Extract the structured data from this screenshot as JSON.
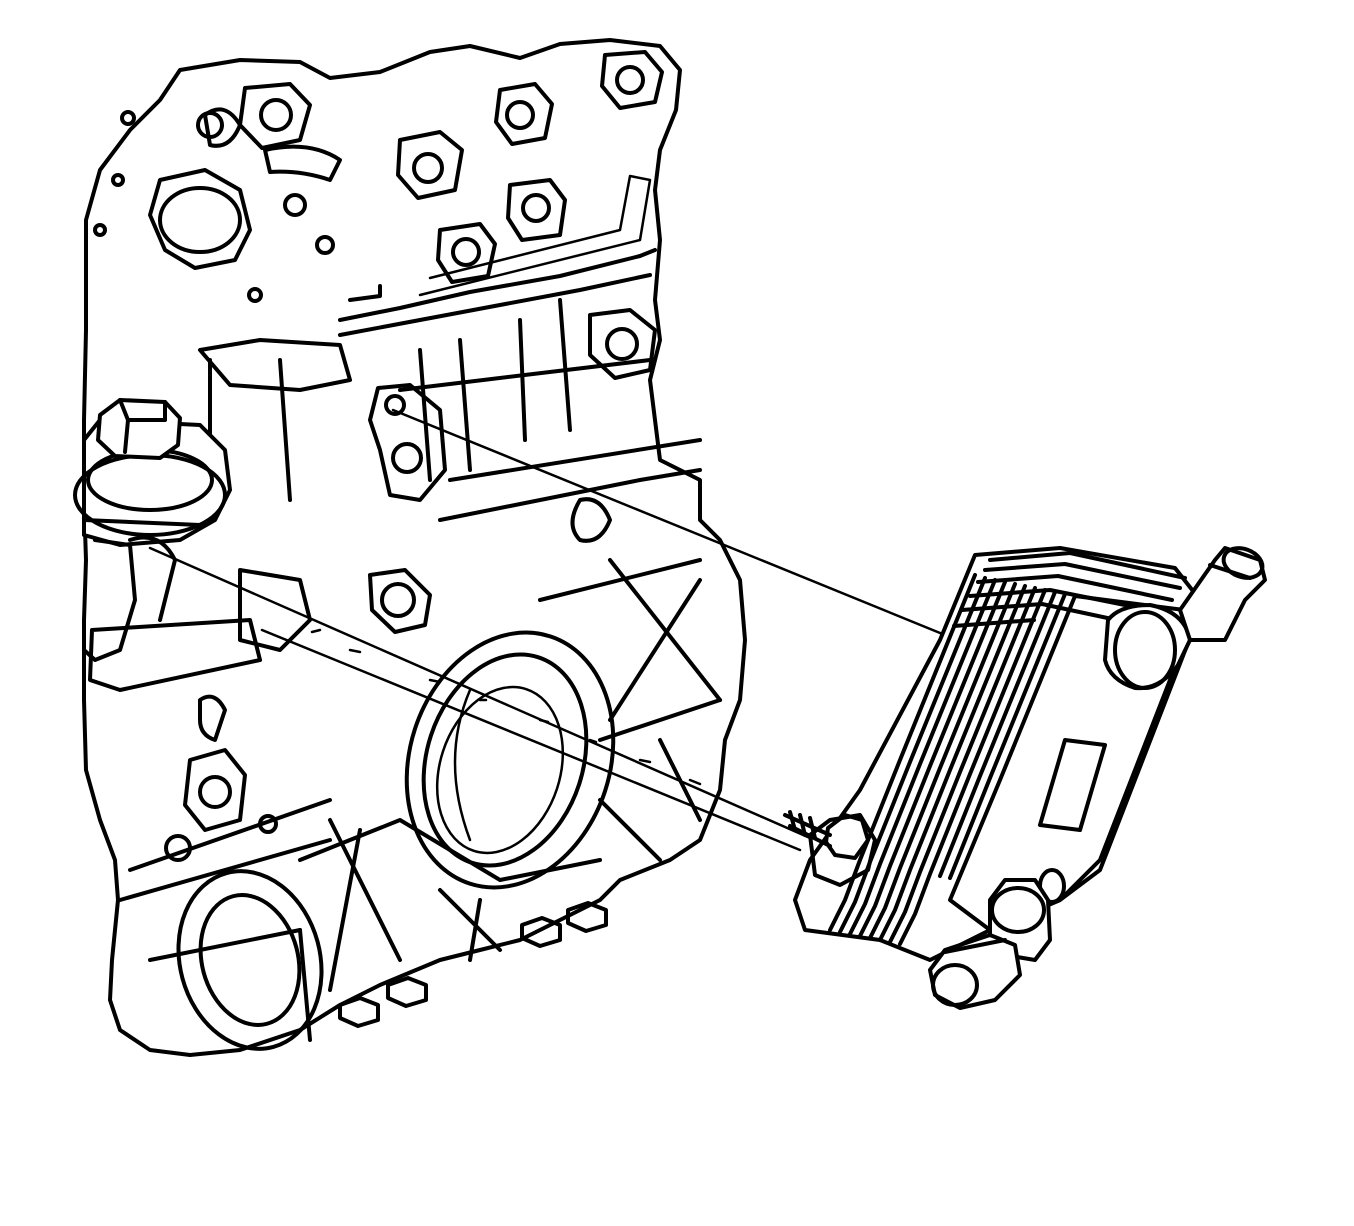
{
  "figure": {
    "description_visible_text": [],
    "colors": {
      "line": "#000000",
      "background": "#ffffff"
    },
    "components": [
      {
        "id": "engine-block",
        "icon": "engine-block-icon"
      },
      {
        "id": "oil-filter-housing",
        "icon": "oil-filter-icon"
      },
      {
        "id": "oil-cooler",
        "icon": "oil-cooler-icon"
      },
      {
        "id": "cooler-bolt",
        "icon": "bolt-icon"
      },
      {
        "id": "alignment-guides",
        "icon": "guide-line-icon"
      }
    ]
  }
}
